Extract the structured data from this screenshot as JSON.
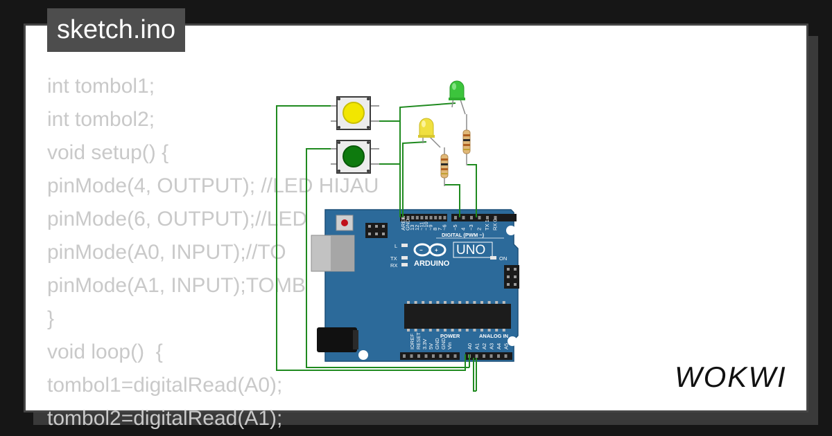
{
  "tab": {
    "filename": "sketch.ino"
  },
  "code_lines": [
    "int tombol1;",
    "int tombol2;",
    "void setup() {",
    "pinMode(4, OUTPUT); //LED HIJAU",
    "pinMode(6, OUTPUT);//LED",
    "pinMode(A0, INPUT);//TO",
    "pinMode(A1, INPUT);TOMB",
    "}",
    "void loop()  {",
    "tombol1=digitalRead(A0);",
    "tombol2=digitalRead(A1);"
  ],
  "board": {
    "brand": "ARDUINO",
    "model": "UNO",
    "digital_label": "DIGITAL (PWM ~)",
    "power_label": "POWER",
    "analog_label": "ANALOG IN",
    "on_label": "ON",
    "l_label": "L",
    "tx_label": "TX",
    "rx_label": "RX",
    "digital_pins": [
      "AREF",
      "GND",
      "13",
      "12",
      "~11",
      "~10",
      "~9",
      "8",
      "7",
      "~6",
      "~5",
      "4",
      "~3",
      "2",
      "TX 1",
      "RX 0"
    ],
    "power_pins": [
      "IOREF",
      "RESET",
      "3.3V",
      "5V",
      "GND",
      "GND",
      "Vin"
    ],
    "analog_pins": [
      "A0",
      "A1",
      "A2",
      "A3",
      "A4",
      "A5"
    ]
  },
  "components": {
    "button_top_color": "#f2e600",
    "button_bottom_color": "#0e7a0e",
    "led_green_color": "#3cc43c",
    "led_yellow_color": "#f0e040"
  },
  "colors": {
    "board": "#2c6a9a",
    "wire": "#1f8a1f",
    "code_text": "#c9c9c9"
  },
  "brand_logo": "WOKWI"
}
